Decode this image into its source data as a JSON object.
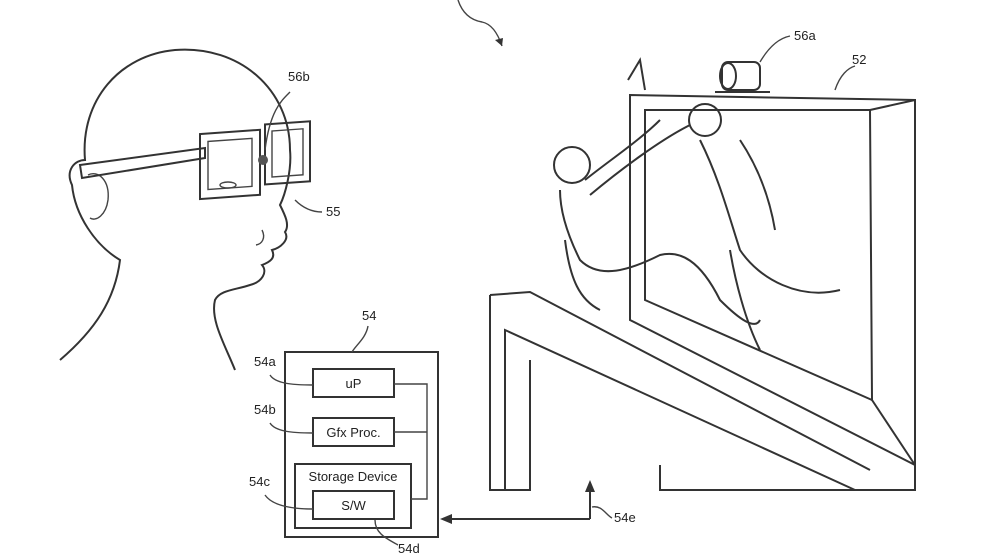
{
  "labels": {
    "glasses_sensor": "56b",
    "glasses": "55",
    "camera": "56a",
    "display": "52",
    "computer": "54",
    "processor_ref": "54a",
    "gfx_ref": "54b",
    "storage_ref": "54c",
    "software_ref": "54d",
    "connection_ref": "54e"
  },
  "blocks": {
    "processor": "uP",
    "graphics": "Gfx Proc.",
    "storage": "Storage Device",
    "software": "S/W"
  }
}
